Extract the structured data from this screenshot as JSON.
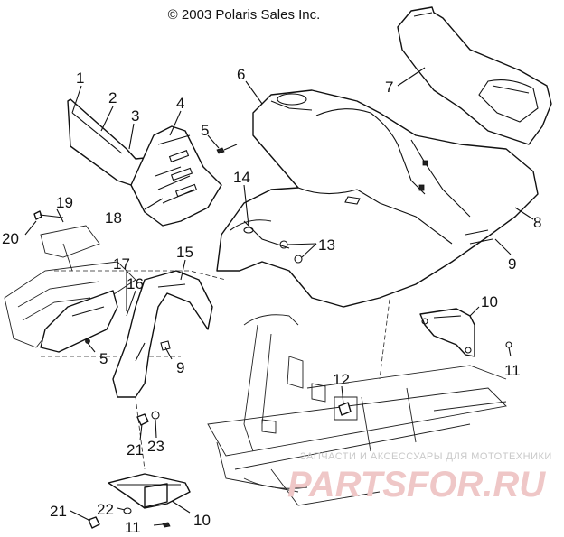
{
  "copyright": "© 2003 Polaris Sales Inc.",
  "watermark": {
    "line1": "ЗАПЧАСТИ И АКСЕССУАРЫ ДЛЯ МОТОТЕХНИКИ",
    "logo": "PARTSFOR.RU"
  },
  "callouts": {
    "c1": "1",
    "c2": "2",
    "c3": "3",
    "c4": "4",
    "c5a": "5",
    "c5b": "5",
    "c6": "6",
    "c7": "7",
    "c8": "8",
    "c9a": "9",
    "c9b": "9",
    "c10a": "10",
    "c10b": "10",
    "c11a": "11",
    "c11b": "11",
    "c12": "12",
    "c13": "13",
    "c14": "14",
    "c15": "15",
    "c16": "16",
    "c17": "17",
    "c18": "18",
    "c19": "19",
    "c20": "20",
    "c21a": "21",
    "c21b": "21",
    "c22": "22",
    "c23": "23"
  }
}
